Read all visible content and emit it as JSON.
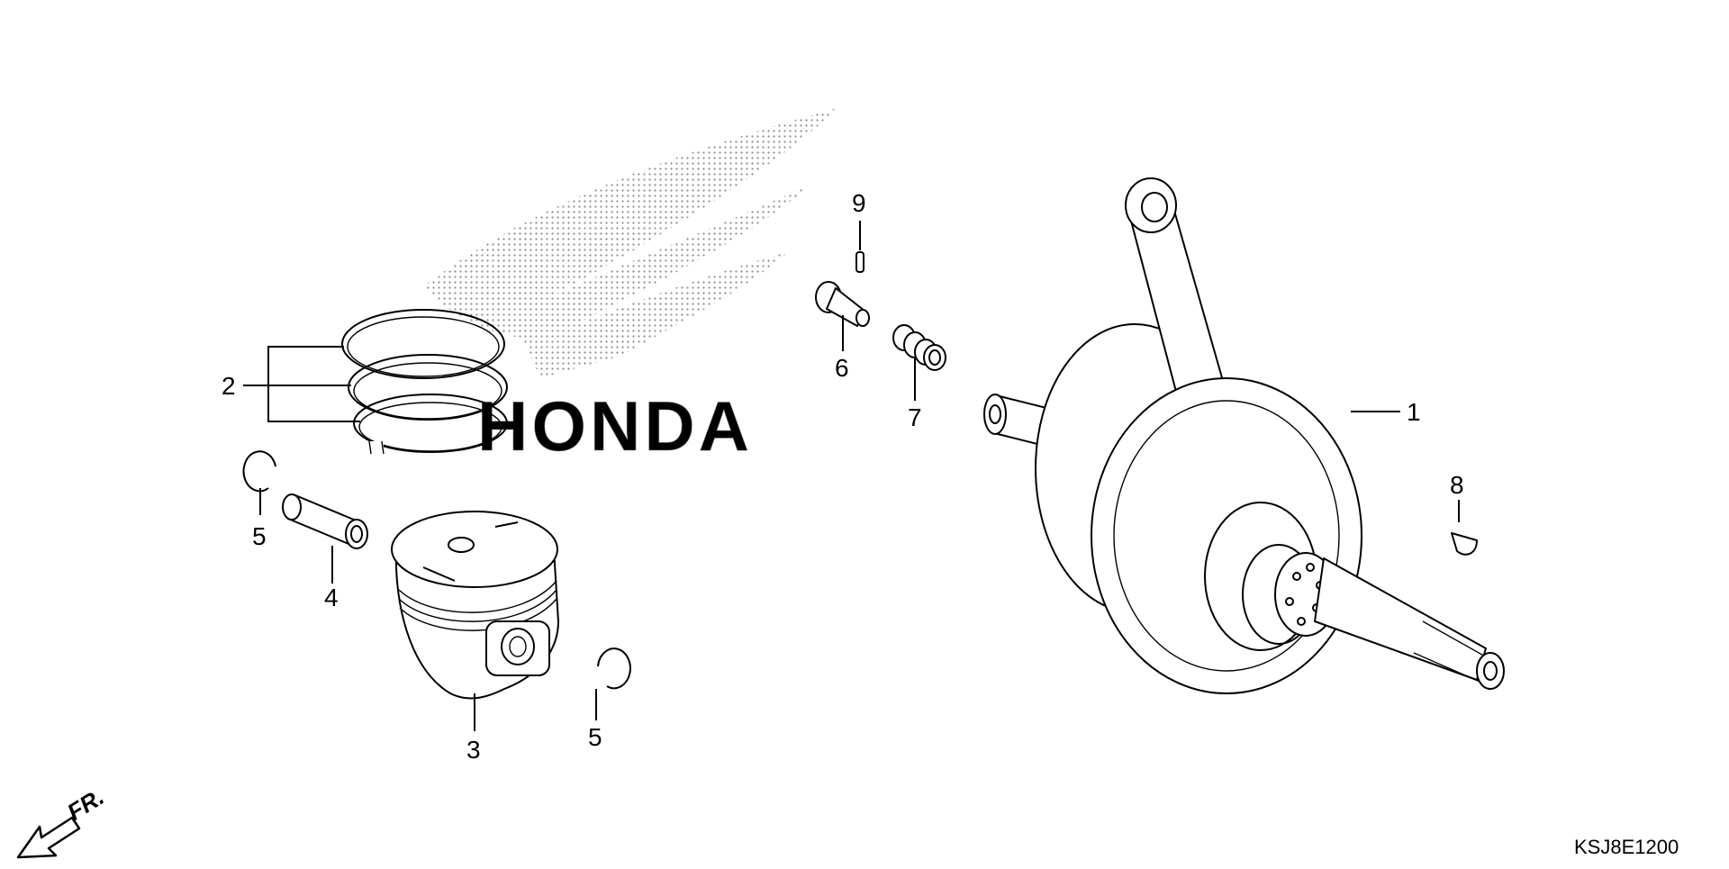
{
  "diagram": {
    "code": "KSJ8E1200",
    "direction_label": "FR.",
    "watermark_text": "HONDA",
    "callouts": [
      {
        "id": "c1",
        "label": "1",
        "part": "crankshaft"
      },
      {
        "id": "c2",
        "label": "2",
        "part": "piston-ring-set"
      },
      {
        "id": "c3",
        "label": "3",
        "part": "piston"
      },
      {
        "id": "c4",
        "label": "4",
        "part": "piston-pin"
      },
      {
        "id": "c5a",
        "label": "5",
        "part": "piston-pin-clip"
      },
      {
        "id": "c5b",
        "label": "5",
        "part": "piston-pin-clip"
      },
      {
        "id": "c6",
        "label": "6",
        "part": "tensioner-bolt"
      },
      {
        "id": "c7",
        "label": "7",
        "part": "spring"
      },
      {
        "id": "c8",
        "label": "8",
        "part": "woodruff-key"
      },
      {
        "id": "c9",
        "label": "9",
        "part": "pin"
      }
    ]
  }
}
